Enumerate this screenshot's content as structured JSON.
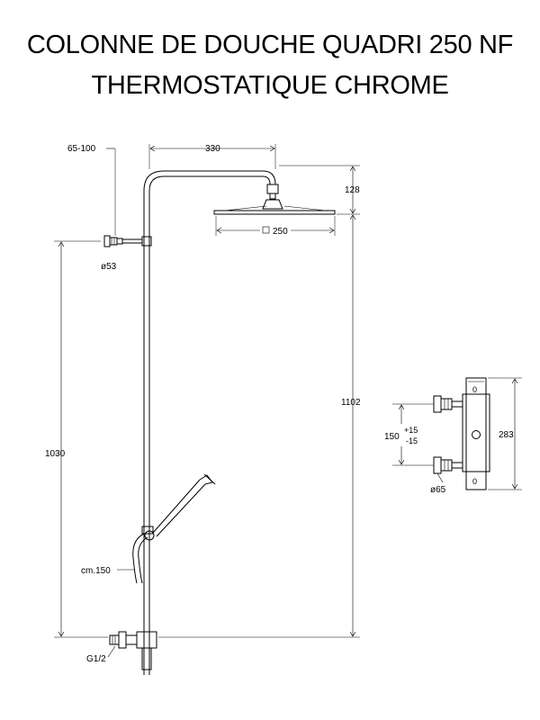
{
  "title": {
    "line1": "COLONNE DE DOUCHE QUADRI 250 NF",
    "line2": "THERMOSTATIQUE CHROME"
  },
  "dimensions": {
    "wall_distance": "65-100",
    "arm_length": "330",
    "head_drop": "128",
    "head_size": "250",
    "bracket_diameter": "ø53",
    "total_height": "1102",
    "bracket_height": "1030",
    "hose_length": "cm.150",
    "inlet_thread": "G1/2",
    "mixer_height": "283",
    "inlet_spacing": "150",
    "tolerance_plus": "+15",
    "tolerance_minus": "-15",
    "eccentric_diameter": "ø65"
  }
}
